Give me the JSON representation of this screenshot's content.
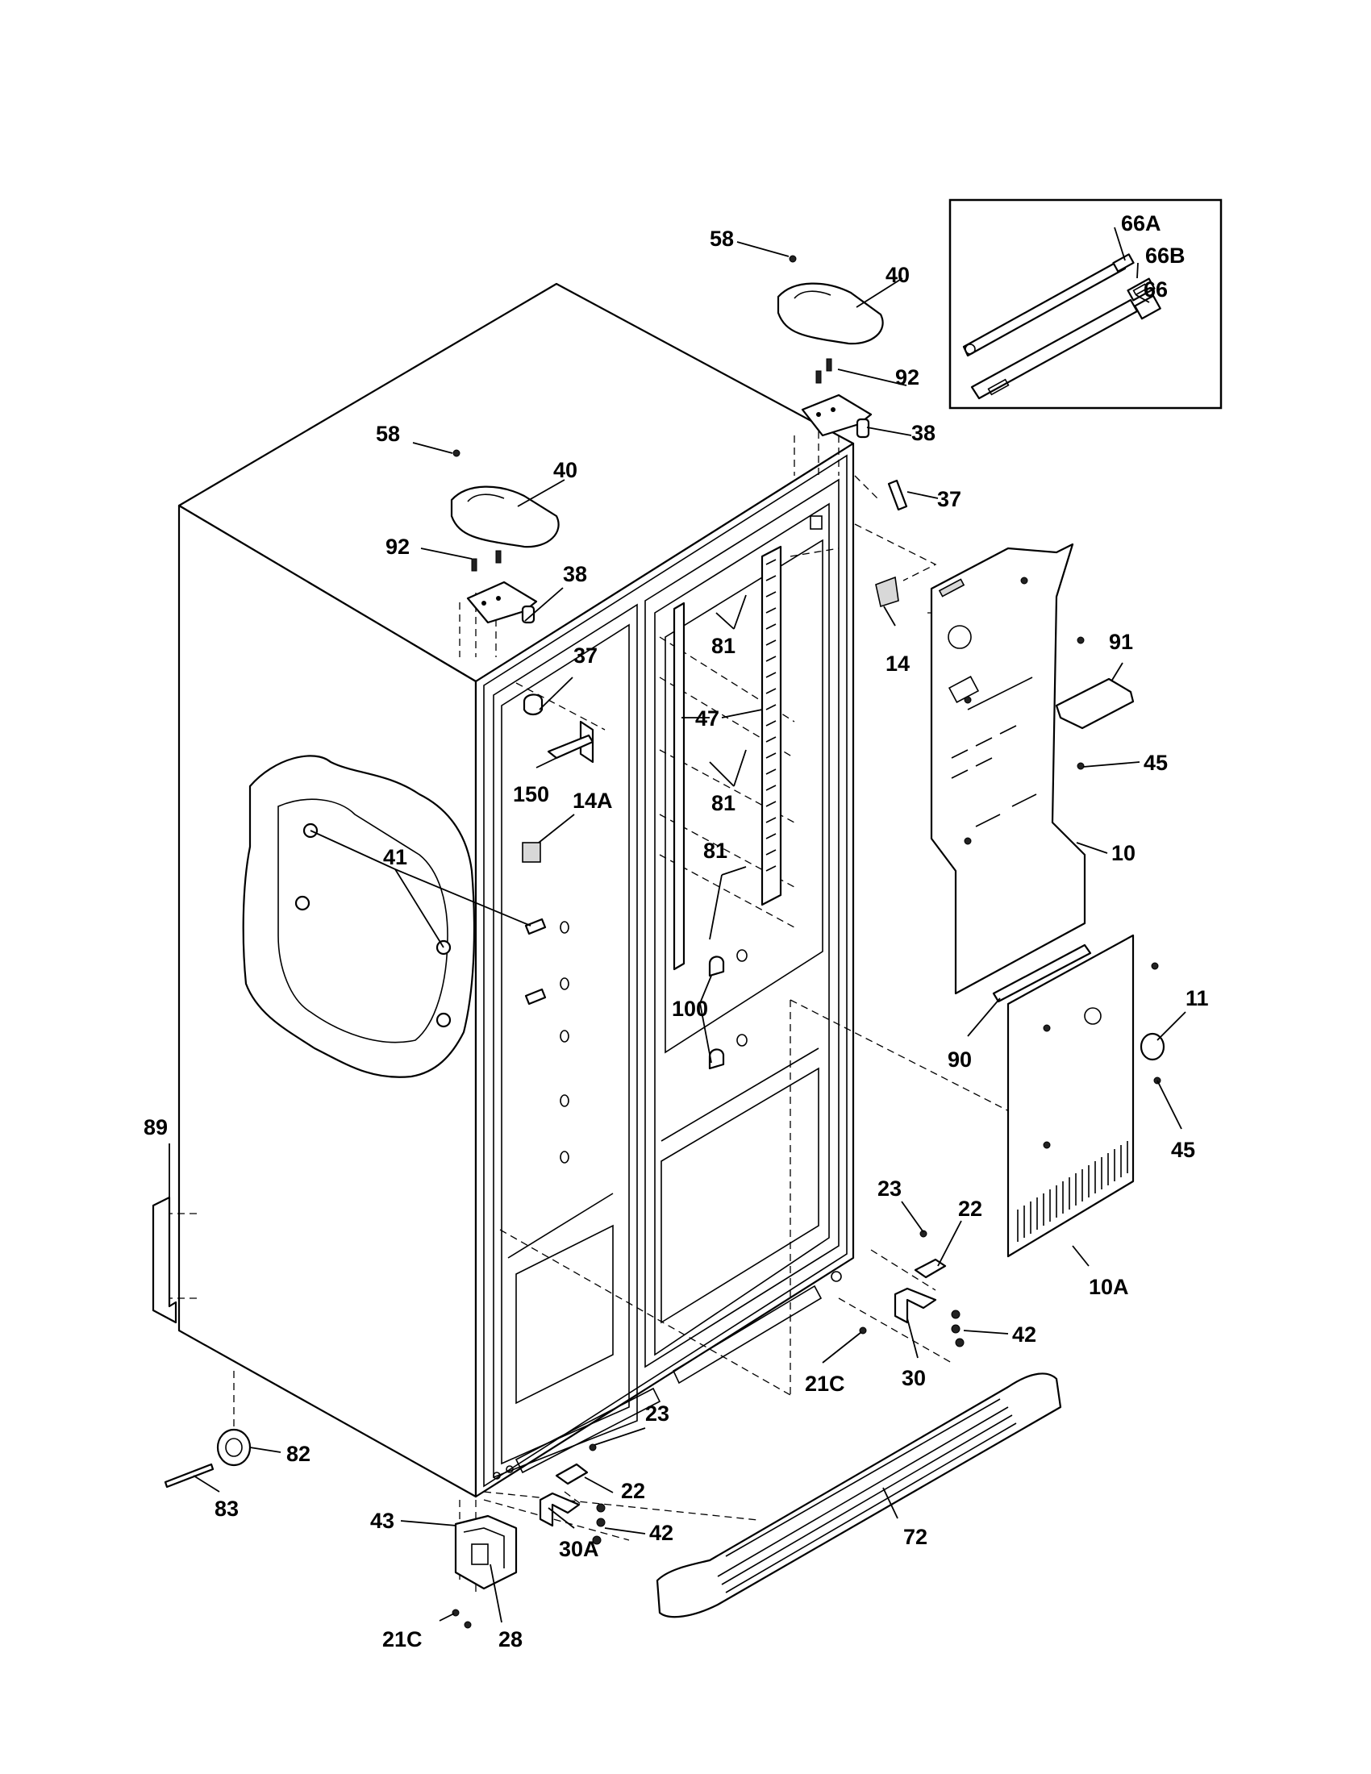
{
  "callouts": [
    {
      "id": "c58a",
      "text": "58"
    },
    {
      "id": "c40a",
      "text": "40"
    },
    {
      "id": "c92a",
      "text": "92"
    },
    {
      "id": "c38a",
      "text": "38"
    },
    {
      "id": "c37a",
      "text": "37"
    },
    {
      "id": "c58b",
      "text": "58"
    },
    {
      "id": "c40b",
      "text": "40"
    },
    {
      "id": "c92b",
      "text": "92"
    },
    {
      "id": "c38b",
      "text": "38"
    },
    {
      "id": "c37b",
      "text": "37"
    },
    {
      "id": "c81a",
      "text": "81"
    },
    {
      "id": "c47",
      "text": "47"
    },
    {
      "id": "c81b",
      "text": "81"
    },
    {
      "id": "c81c",
      "text": "81"
    },
    {
      "id": "c150",
      "text": "150"
    },
    {
      "id": "c14A",
      "text": "14A"
    },
    {
      "id": "c14",
      "text": "14"
    },
    {
      "id": "c91",
      "text": "91"
    },
    {
      "id": "c45a",
      "text": "45"
    },
    {
      "id": "c10",
      "text": "10"
    },
    {
      "id": "c41",
      "text": "41"
    },
    {
      "id": "c100",
      "text": "100"
    },
    {
      "id": "c11",
      "text": "11"
    },
    {
      "id": "c90",
      "text": "90"
    },
    {
      "id": "c45b",
      "text": "45"
    },
    {
      "id": "c89",
      "text": "89"
    },
    {
      "id": "c23a",
      "text": "23"
    },
    {
      "id": "c22a",
      "text": "22"
    },
    {
      "id": "c42a",
      "text": "42"
    },
    {
      "id": "c10A",
      "text": "10A"
    },
    {
      "id": "c30",
      "text": "30"
    },
    {
      "id": "c21Ca",
      "text": "21C"
    },
    {
      "id": "c23b",
      "text": "23"
    },
    {
      "id": "c22b",
      "text": "22"
    },
    {
      "id": "c42b",
      "text": "42"
    },
    {
      "id": "c82",
      "text": "82"
    },
    {
      "id": "c83",
      "text": "83"
    },
    {
      "id": "c43",
      "text": "43"
    },
    {
      "id": "c30A",
      "text": "30A"
    },
    {
      "id": "c72",
      "text": "72"
    },
    {
      "id": "c21Cb",
      "text": "21C"
    },
    {
      "id": "c28",
      "text": "28"
    },
    {
      "id": "c66A",
      "text": "66A"
    },
    {
      "id": "c66B",
      "text": "66B"
    },
    {
      "id": "c66",
      "text": "66"
    }
  ]
}
